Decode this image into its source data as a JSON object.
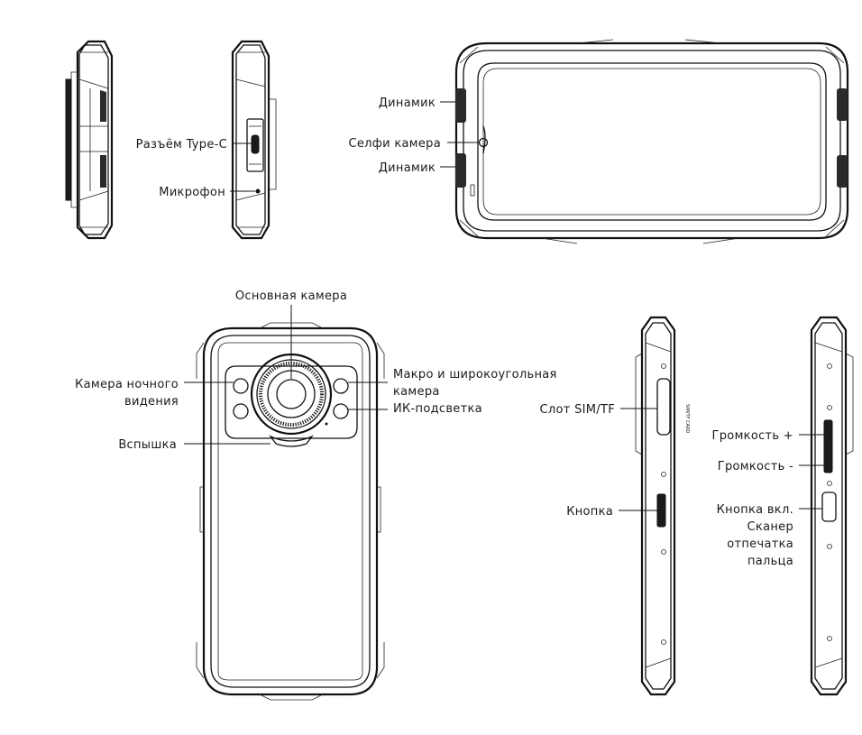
{
  "labels": {
    "speaker_top": "Динамик",
    "selfie_camera": "Селфи камера",
    "speaker_bottom": "Динамик",
    "type_c": "Разъём Type-C",
    "microphone": "Микрофон",
    "main_camera": "Основная камера",
    "night_camera_1": "Камера ночного",
    "night_camera_2": "видения",
    "flash": "Вспышка",
    "macro_1": "Макро и широкоугольная",
    "macro_2": "камера",
    "ir": "ИК-подсветка",
    "sim_slot": "Слот SIM/TF",
    "button": "Кнопка",
    "volume_up": "Громкость +",
    "volume_down": "Громкость -",
    "power_1": "Кнопка вкл.",
    "power_2": "Сканер",
    "power_3": "отпечатка",
    "power_4": "пальца",
    "sim_tray_text": "SIM/TF CARD"
  }
}
